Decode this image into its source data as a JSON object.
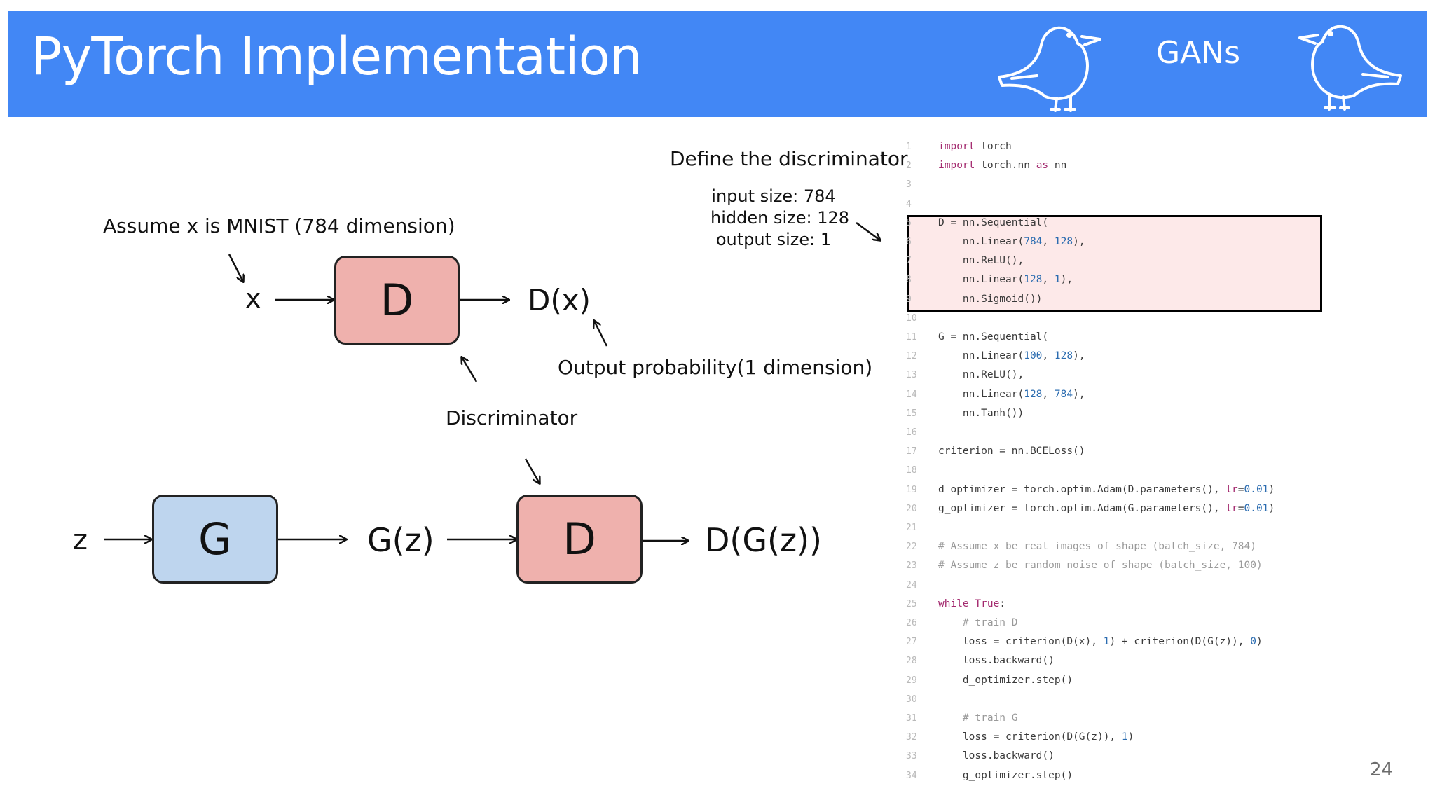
{
  "header": {
    "title": "PyTorch Implementation",
    "section": "GANs",
    "color": "#4287f5"
  },
  "icons": {
    "left": "bird-icon",
    "right": "bird-icon"
  },
  "diagram": {
    "assume_label": "Assume x is MNIST (784 dimension)",
    "x_label": "x",
    "d_top_label": "D",
    "dx_label": "D(x)",
    "output_prob_label": "Output probability(1 dimension)",
    "discriminator_label": "Discriminator",
    "z_label": "z",
    "g_label": "G",
    "gz_label": "G(z)",
    "d_bottom_label": "D",
    "dgz_label": "D(G(z))",
    "define_label": "Define the discriminator",
    "sizes": [
      "input size: 784",
      "hidden size: 128",
      "output size: 1"
    ],
    "colors": {
      "discriminator": "#efb1ad",
      "generator": "#bed5ee"
    }
  },
  "code": {
    "lines": [
      "import torch",
      "import torch.nn as nn",
      "",
      "",
      "D = nn.Sequential(",
      "    nn.Linear(784, 128),",
      "    nn.ReLU(),",
      "    nn.Linear(128, 1),",
      "    nn.Sigmoid())",
      "",
      "G = nn.Sequential(",
      "    nn.Linear(100, 128),",
      "    nn.ReLU(),",
      "    nn.Linear(128, 784),",
      "    nn.Tanh())",
      "",
      "criterion = nn.BCELoss()",
      "",
      "d_optimizer = torch.optim.Adam(D.parameters(), lr=0.01)",
      "g_optimizer = torch.optim.Adam(G.parameters(), lr=0.01)",
      "",
      "# Assume x be real images of shape (batch_size, 784)",
      "# Assume z be random noise of shape (batch_size, 100)",
      "",
      "while True:",
      "    # train D",
      "    loss = criterion(D(x), 1) + criterion(D(G(z)), 0)",
      "    loss.backward()",
      "    d_optimizer.step()",
      "",
      "    # train G",
      "    loss = criterion(D(G(z)), 1)",
      "    loss.backward()",
      "    g_optimizer.step()"
    ],
    "highlight_lines": [
      5,
      9
    ]
  },
  "page_number": "24"
}
